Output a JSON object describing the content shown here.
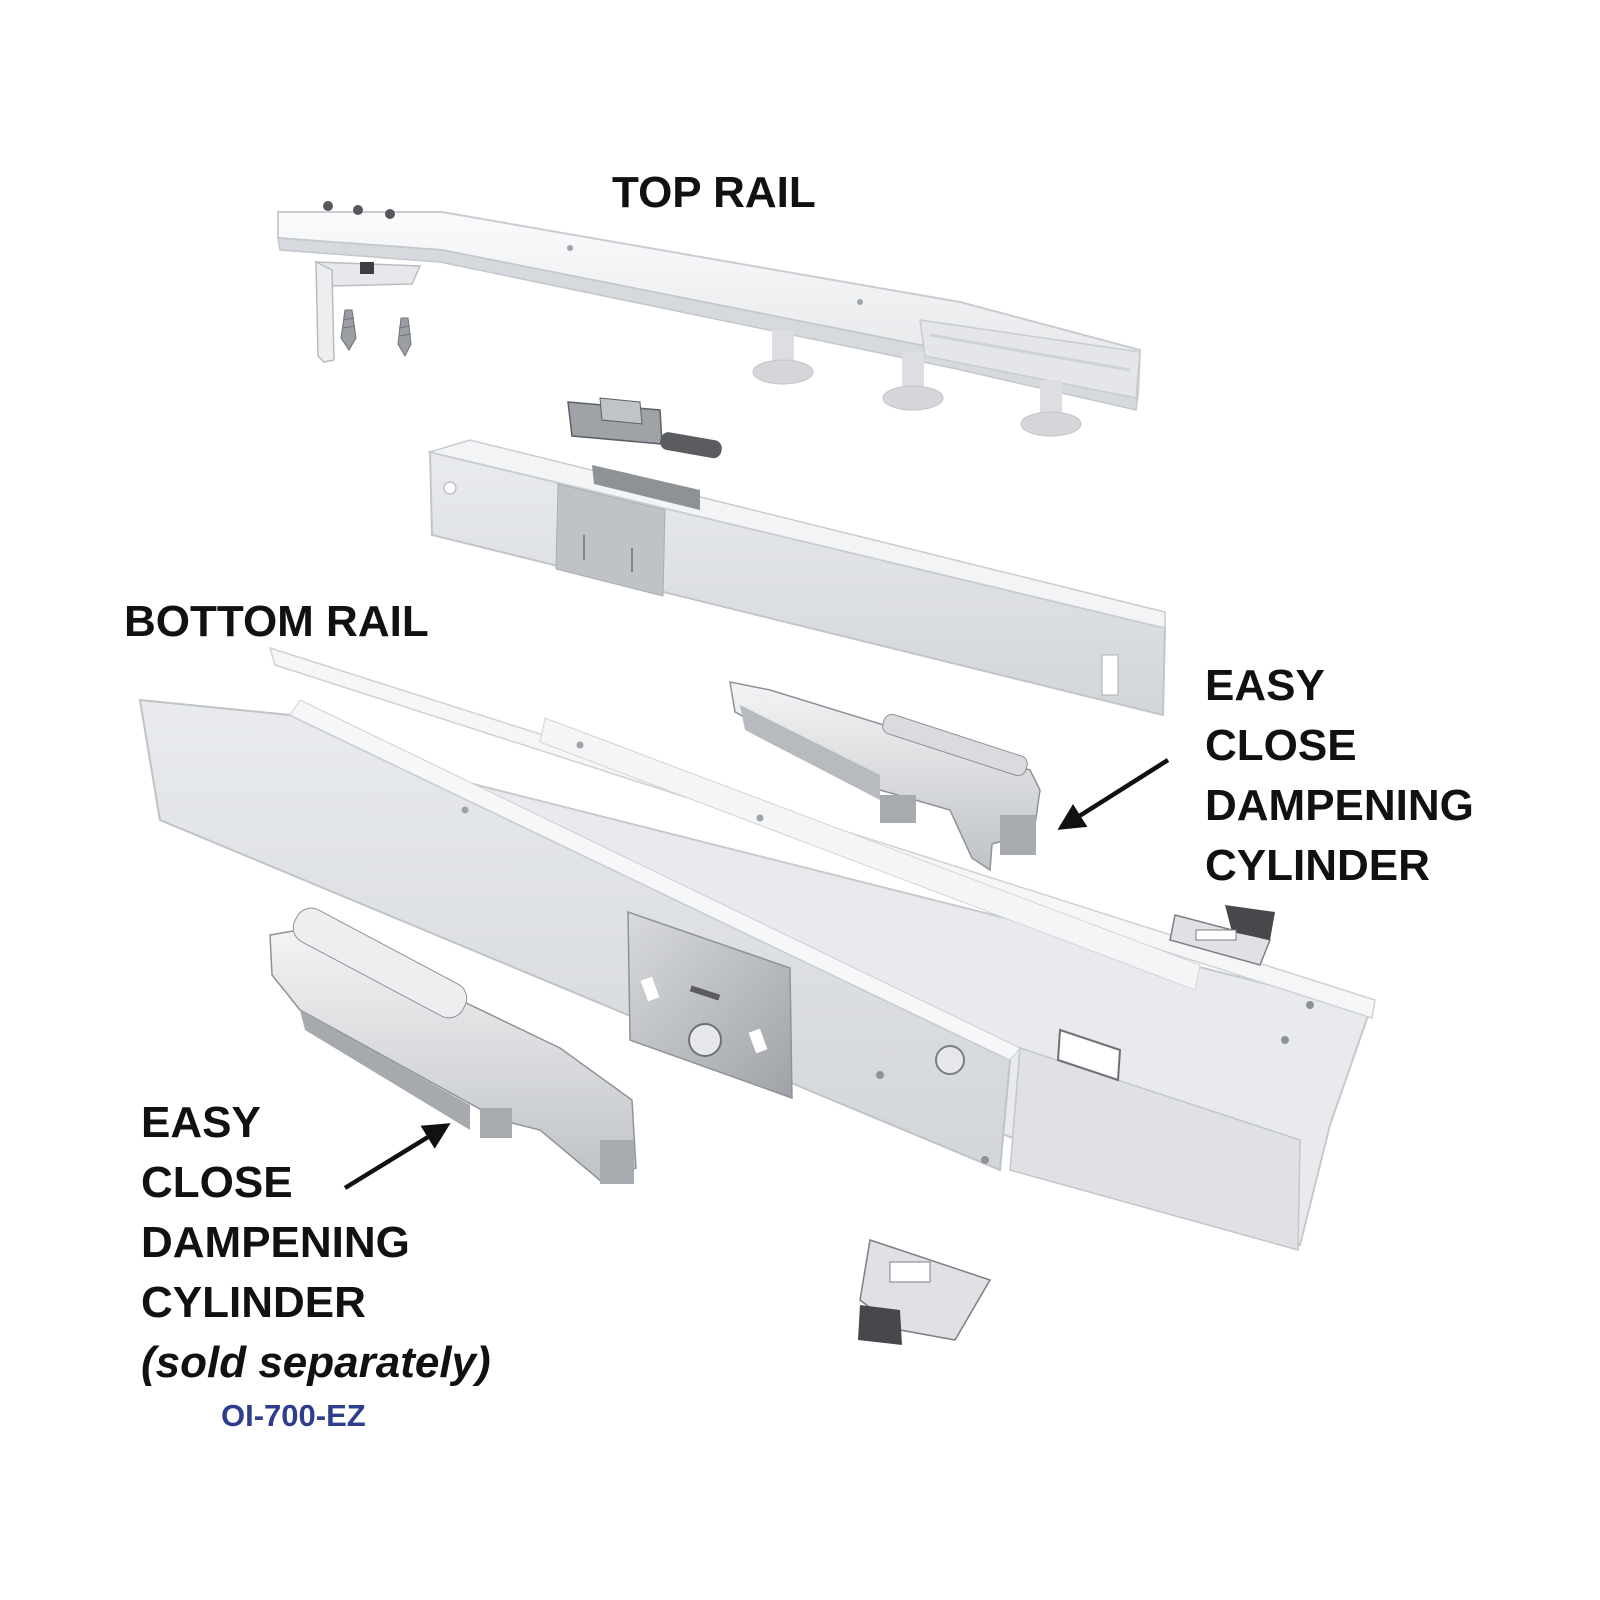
{
  "labels": {
    "top_rail": "TOP RAIL",
    "bottom_rail": "BOTTOM RAIL",
    "upper_cylinder": [
      "EASY",
      "CLOSE",
      "DAMPENING",
      "CYLINDER"
    ],
    "lower_cylinder": [
      "EASY",
      "CLOSE",
      "DAMPENING",
      "CYLINDER"
    ],
    "lower_cylinder_note": "(sold separately)",
    "part_number": "OI-700-EZ"
  },
  "colors": {
    "label_text": "#111111",
    "part_number": "#2e3d8c",
    "rail_light": "#f0f1f3",
    "rail_mid": "#dcdee2",
    "rail_shadow": "#c6c9ce",
    "metal": "#b4b7bc",
    "dark_part": "#4a4c50"
  }
}
